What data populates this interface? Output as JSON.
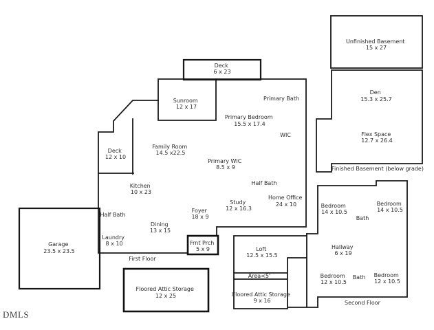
{
  "plan": {
    "watermark": "DMLS",
    "colors": {
      "background": "#ffffff",
      "wall": "#1a1a1a",
      "text": "#2a2a2a"
    },
    "labels": {
      "unfinished_basement": {
        "name": "Unfinished Basement",
        "dims": "15 x 27"
      },
      "den": {
        "name": "Den",
        "dims": "15.3 x 25.7"
      },
      "flex_space": {
        "name": "Flex Space",
        "dims": "12.7 x 26.4"
      },
      "finished_basement": {
        "name": "Finished Basement (below grade)"
      },
      "deck_upper": {
        "name": "Deck",
        "dims": "6 x 23"
      },
      "sunroom": {
        "name": "Sunroom",
        "dims": "12 x 17"
      },
      "primary_bath": {
        "name": "Primary Bath"
      },
      "primary_bedroom": {
        "name": "Primary Bedroom",
        "dims": "15.5 x 17.4"
      },
      "wic": {
        "name": "WIC"
      },
      "family_room": {
        "name": "Family Room",
        "dims": "14.5 x22.5"
      },
      "deck_left": {
        "name": "Deck",
        "dims": "12 x 10"
      },
      "primary_wic": {
        "name": "Primary WIC",
        "dims": "8.5 x 9"
      },
      "half_bath_center": {
        "name": "Half Bath"
      },
      "kitchen": {
        "name": "Kitchen",
        "dims": "10 x 23"
      },
      "study": {
        "name": "Study",
        "dims": "12 x 16.3"
      },
      "home_office": {
        "name": "Home Office",
        "dims": "24 x 10"
      },
      "foyer": {
        "name": "Foyer",
        "dims": "18 x 9"
      },
      "half_bath_left": {
        "name": "Half Bath"
      },
      "dining": {
        "name": "Dining",
        "dims": "13 x 15"
      },
      "laundry": {
        "name": "Laundry",
        "dims": "8 x 10"
      },
      "front_porch": {
        "name": "Frnt Prch",
        "dims": "5 x 9"
      },
      "garage": {
        "name": "Garage",
        "dims": "23.5 x 23.5"
      },
      "first_floor": {
        "name": "First Floor"
      },
      "attic_storage_large": {
        "name": "Floored Attic Storage",
        "dims": "12 x 25"
      },
      "loft": {
        "name": "Loft",
        "dims": "12.5 x 15.5"
      },
      "low_area": {
        "name": "Area<5'"
      },
      "attic_storage_small": {
        "name": "Floored Attic Storage",
        "dims": "9 x 16"
      },
      "bedroom_upper_left": {
        "name": "Bedroom",
        "dims": "14 x 10.5"
      },
      "bedroom_upper_right": {
        "name": "Bedroom",
        "dims": "14 x 10.5"
      },
      "bath_upper": {
        "name": "Bath"
      },
      "hallway": {
        "name": "Hallway",
        "dims": "6 x 19"
      },
      "bedroom_lower_left": {
        "name": "Bedroom",
        "dims": "12 x 10.5"
      },
      "bath_lower": {
        "name": "Bath"
      },
      "bedroom_lower_right": {
        "name": "Bedroom",
        "dims": "12 x 10.5"
      },
      "second_floor": {
        "name": "Second Floor"
      }
    }
  }
}
